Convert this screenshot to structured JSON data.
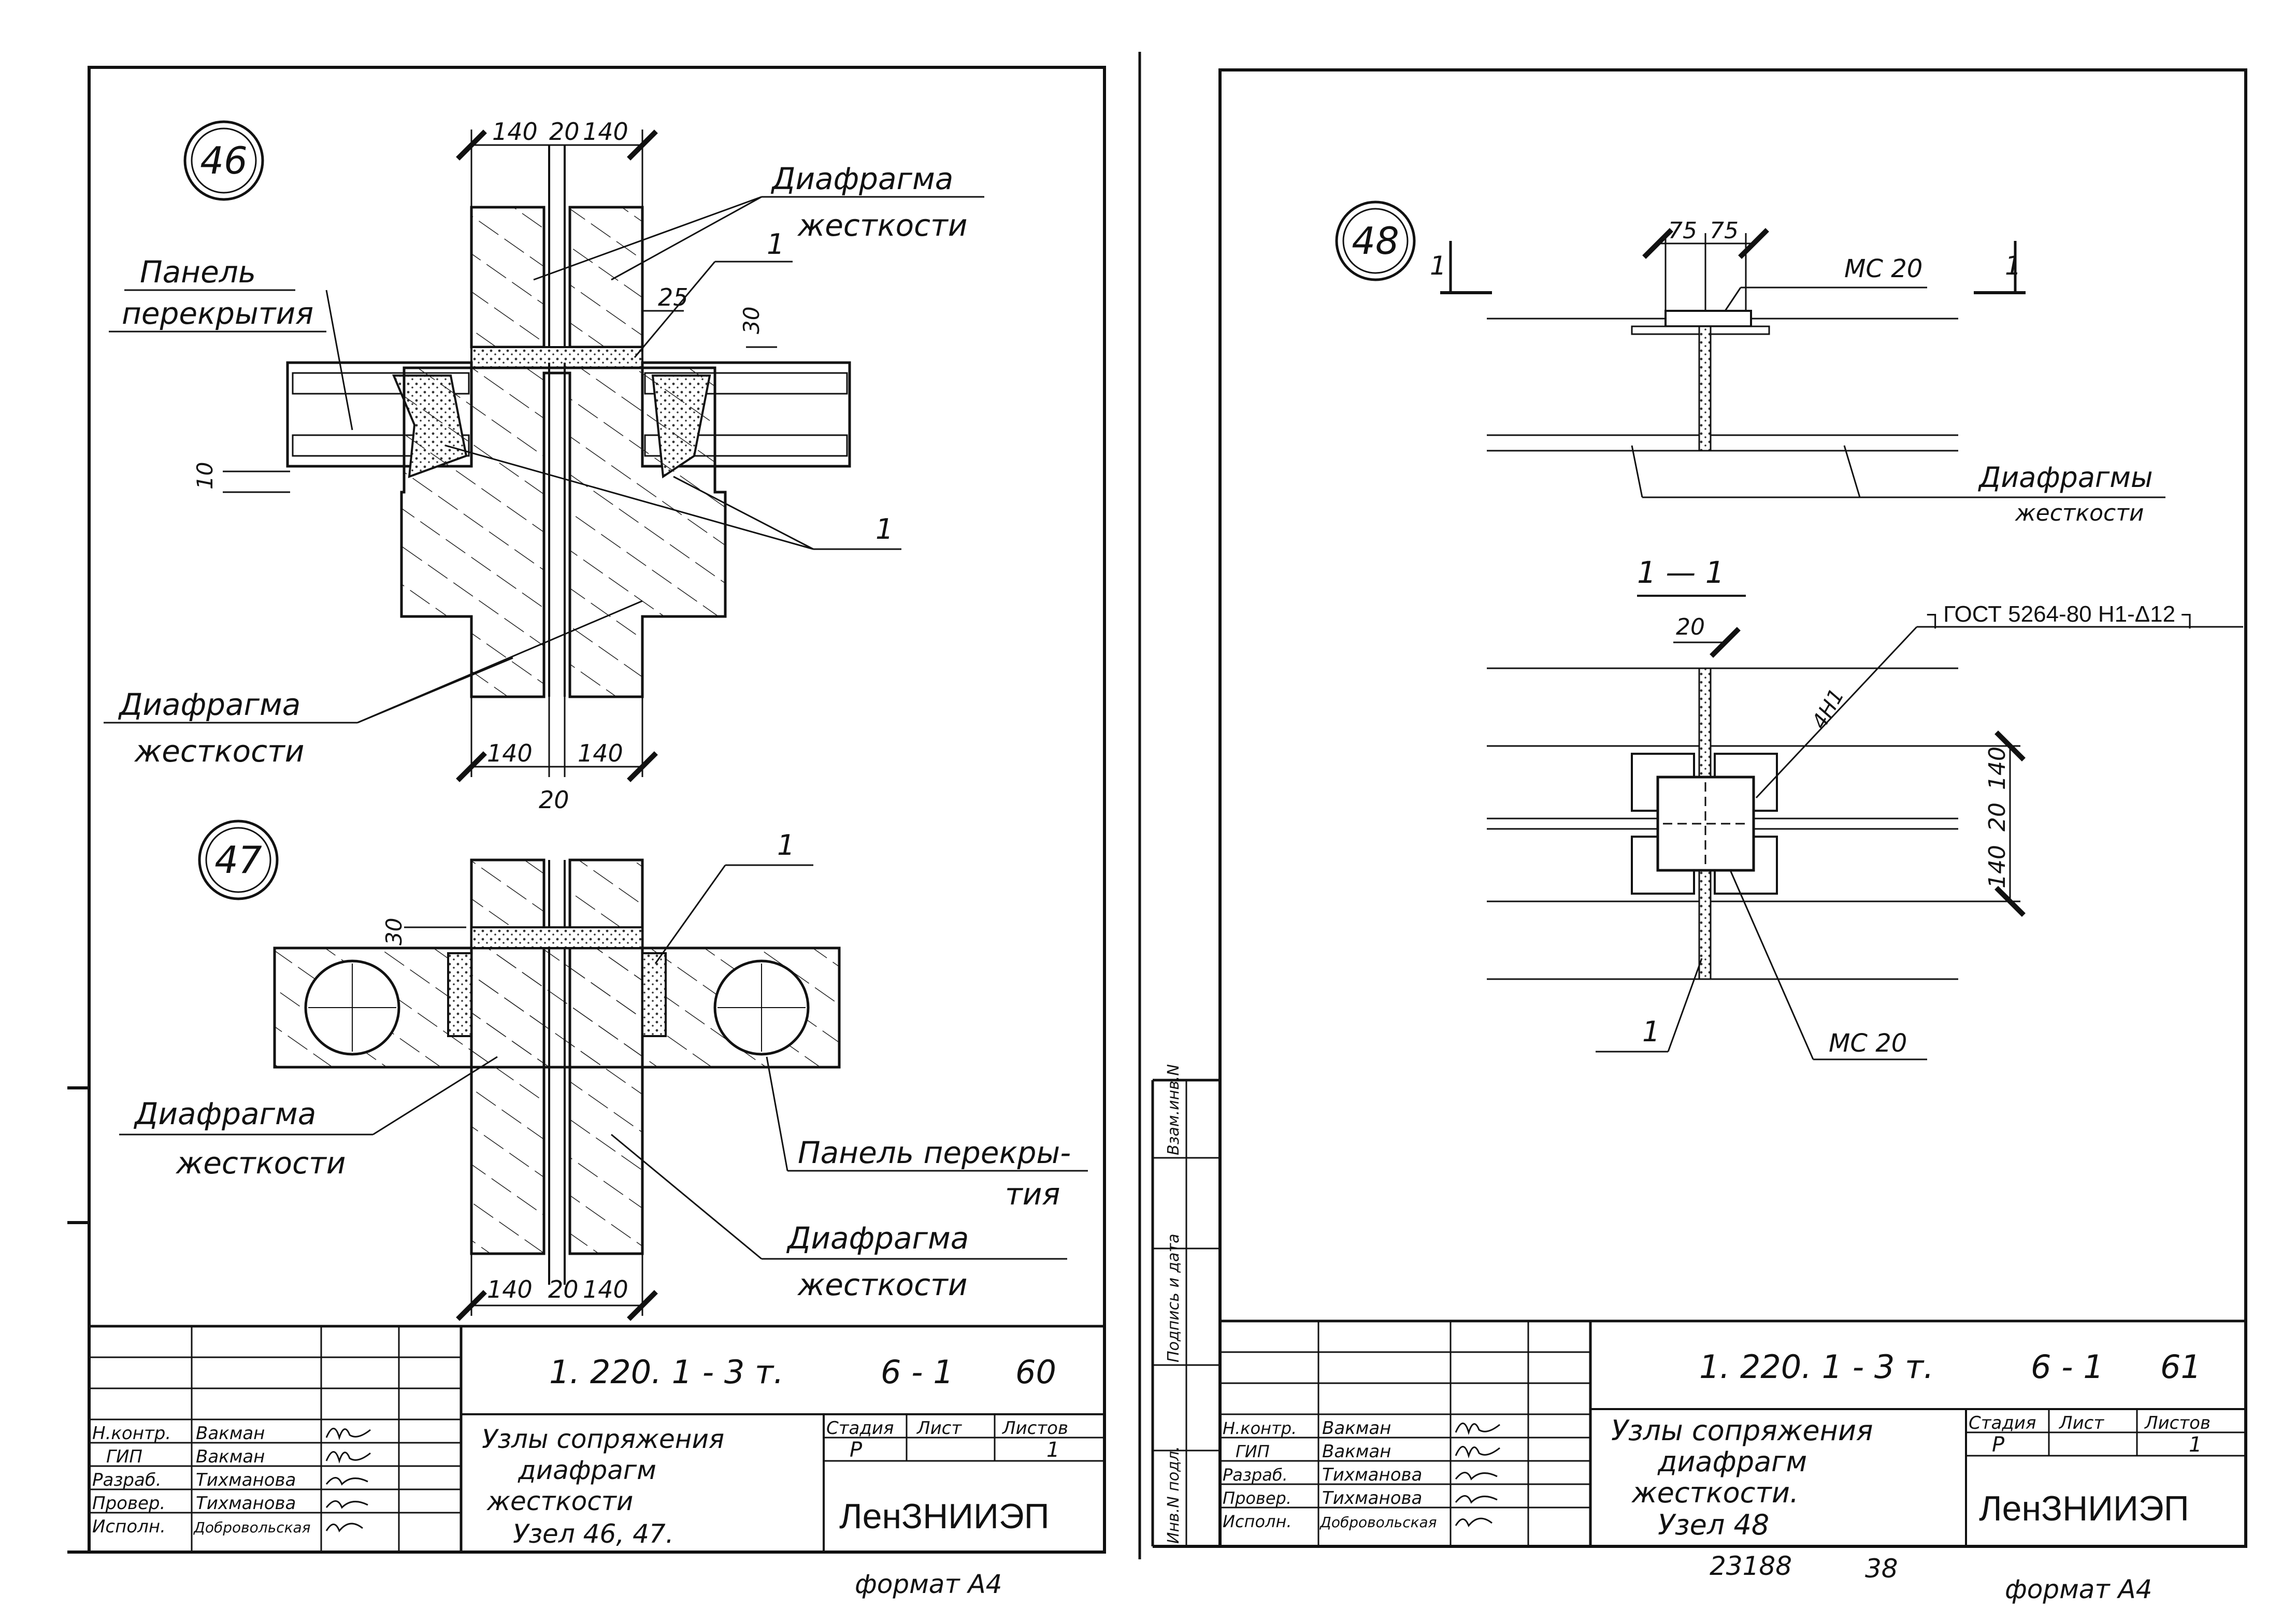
{
  "left_sheet": {
    "node_46": {
      "number": "46",
      "dims_top": [
        "140",
        "20",
        "140"
      ],
      "dims_bottom": [
        "140",
        "140"
      ],
      "dim_bottom_gap": "20",
      "dim_side_10": "10",
      "dim_25": "25",
      "dim_30": "30",
      "callout_1": "1",
      "label_diaphragm_top": [
        "Диафрагма",
        "жесткости"
      ],
      "label_panel": [
        "Панель",
        "перекрытия"
      ],
      "label_diaphragm_bottom": [
        "Диафрагма",
        "жесткости"
      ]
    },
    "node_47": {
      "number": "47",
      "dim_30": "30",
      "dims_bottom": [
        "140",
        "20",
        "140"
      ],
      "callout_1": "1",
      "label_diaphragm_left": [
        "Диафрагма",
        "жесткости"
      ],
      "label_panel": [
        "Панель перекры-",
        "тия"
      ],
      "label_diaphragm_right": [
        "Диафрагма",
        "жесткости"
      ]
    },
    "title_block": {
      "code": "1. 220. 1 - 3 т.",
      "issue": "6 - 1",
      "page": "60",
      "roles": [
        "Н.контр.",
        "ГИП",
        "Разраб.",
        "Провер.",
        "Исполн."
      ],
      "names": [
        "Вакман",
        "Вакман",
        "Тихманова",
        "Тихманова",
        "Добровольская"
      ],
      "title_lines": [
        "Узлы сопряжения",
        "диафрагм",
        "жесткости",
        "Узел 46, 47."
      ],
      "headers": [
        "Стадия",
        "Лист",
        "Листов"
      ],
      "values": [
        "Р",
        "",
        "1"
      ],
      "org": "ЛенЗНИИЭП"
    },
    "format": "формат А4"
  },
  "right_sheet": {
    "node_48": {
      "number": "48",
      "section_mark": "1",
      "dims_top": [
        "75",
        "75"
      ],
      "label_mc20_top": "МС 20",
      "label_diaphragms": [
        "Диафрагмы",
        "жесткости"
      ],
      "section_title": "1 — 1",
      "dim_20": "20",
      "gost_label": "┐ГОСТ 5264-80 Н1-Δ12 ┐",
      "weld_label": "4Н1",
      "dims_right": [
        "140",
        "20",
        "140"
      ],
      "callout_1": "1",
      "label_mc20_bottom": "МС 20"
    },
    "side_stamp": [
      "Инв.N подл.",
      "Подпись и дата",
      "Взам.инв.N"
    ],
    "title_block": {
      "code": "1. 220. 1 - 3 т.",
      "issue": "6 - 1",
      "page": "61",
      "roles": [
        "Н.контр.",
        "ГИП",
        "Разраб.",
        "Провер.",
        "Исполн."
      ],
      "names": [
        "Вакман",
        "Вакман",
        "Тихманова",
        "Тихманова",
        "Добровольская"
      ],
      "title_lines": [
        "Узлы сопряжения",
        "диафрагм",
        "жесткости.",
        "Узел 48"
      ],
      "headers": [
        "Стадия",
        "Лист",
        "Листов"
      ],
      "values": [
        "Р",
        "",
        "1"
      ],
      "org": "ЛенЗНИИЭП"
    },
    "archive_number": "23188",
    "archive_page": "38",
    "format": "формат А4"
  },
  "colors": {
    "ink": "#111111",
    "paper": "#ffffff"
  }
}
